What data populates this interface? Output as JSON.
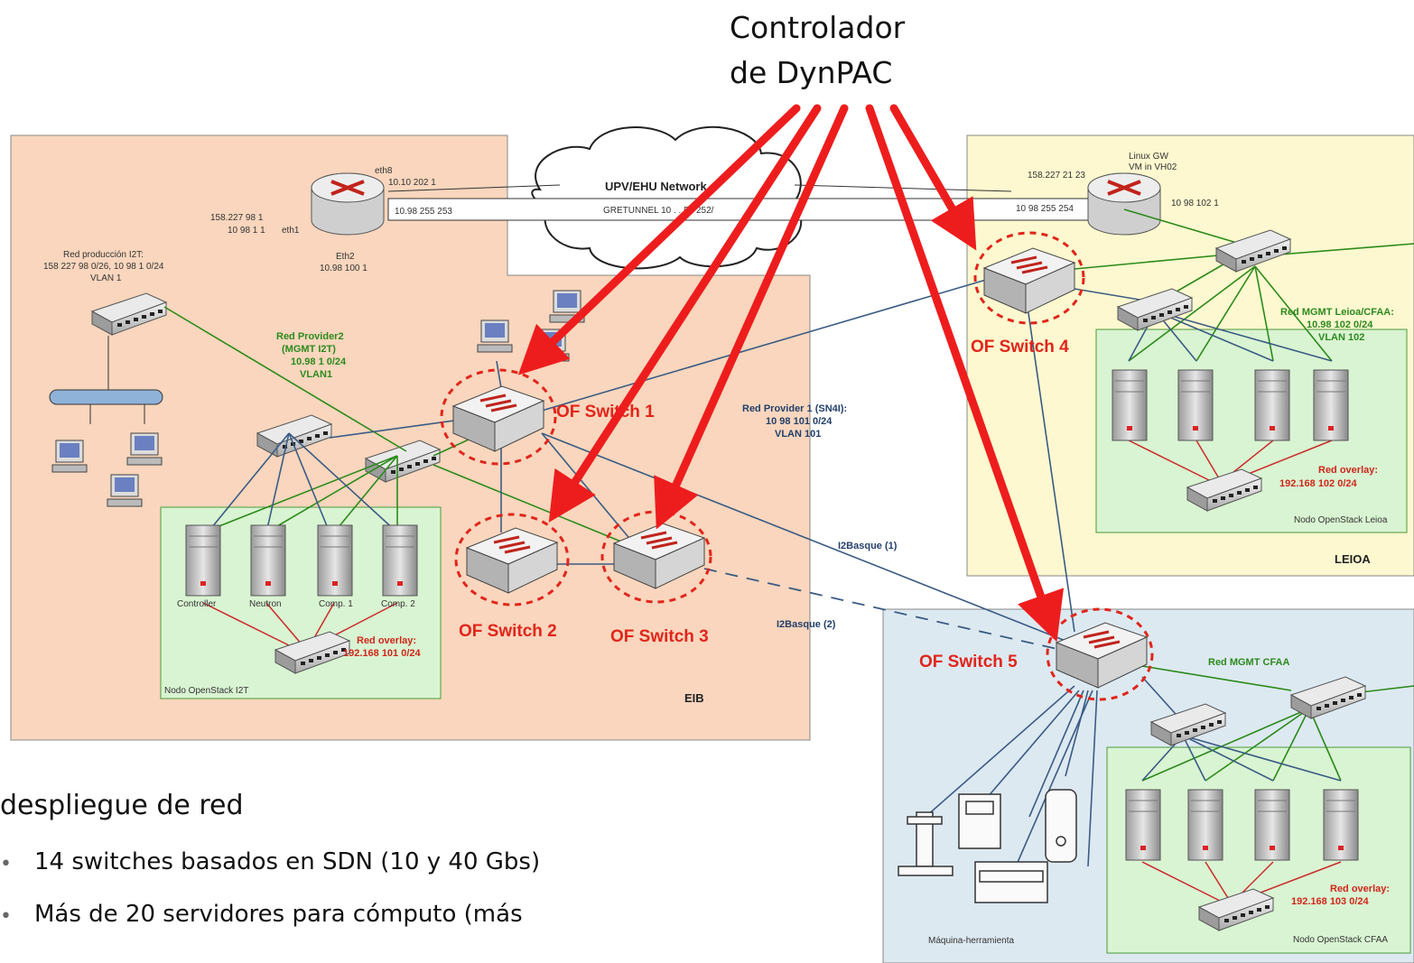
{
  "controller": {
    "line1": "Controlador",
    "line2": "de DynPAC"
  },
  "cloud": {
    "title": "UPV/EHU Network",
    "tunnel": "GRETUNNEL 10 . . 55 252/"
  },
  "eib": {
    "name": "EIB",
    "router": {
      "eth8": "eth8",
      "eth8_ip": "10.10 202 1",
      "eth1": "eth1",
      "eth1_ip1": "158.227 98 1",
      "eth1_ip2": "10 98 1 1",
      "eth2": "Eth2",
      "eth2_ip": "10.98 100 1",
      "tunnel_ip": "10.98 255 253"
    },
    "red_produccion": {
      "line1": "Red producción I2T:",
      "line2": "158 227 98 0/26, 10 98 1 0/24",
      "line3": "VLAN 1"
    },
    "red_provider2": {
      "line1": "Red Provider2",
      "line2": "(MGMT I2T)",
      "line3": "10.98 1 0/24",
      "line4": "VLAN1"
    },
    "red_provider1": {
      "line1": "Red Provider 1 (SN4I):",
      "line2": "10 98 101 0/24",
      "line3": "VLAN 101"
    },
    "servers": [
      "Controller",
      "Neutron",
      "Comp. 1",
      "Comp. 2"
    ],
    "overlay": {
      "line1": "Red overlay:",
      "line2": "192.168 101 0/24"
    },
    "nodo": "Nodo OpenStack I2T"
  },
  "leioa": {
    "name": "LEIOA",
    "gw": {
      "line1": "Linux GW",
      "line2": "VM in VH02",
      "ip1": "158.227 21 23",
      "ip2": "10 98 102 1",
      "tunnel_ip": "10 98 255 254"
    },
    "red_mgmt": {
      "line1": "Red MGMT Leioa/CFAA:",
      "line2": "10.98 102 0/24",
      "line3": "VLAN 102"
    },
    "overlay": {
      "line1": "Red overlay:",
      "line2": "192.168 102 0/24"
    },
    "nodo": "Nodo OpenStack Leioa"
  },
  "cfaa": {
    "red_mgmt": "Red MGMT CFAA",
    "overlay": {
      "line1": "Red overlay:",
      "line2": "192.168 103 0/24"
    },
    "nodo": "Nodo OpenStack CFAA",
    "maquina": "Máquina-herramienta"
  },
  "links": {
    "i2basque1": "I2Basque (1)",
    "i2basque2": "I2Basque (2)"
  },
  "switches": {
    "s1": "OF Switch 1",
    "s2": "OF Switch 2",
    "s3": "OF Switch 3",
    "s4": "OF Switch 4",
    "s5": "OF Switch 5"
  },
  "bullets": {
    "heading": "despliegue de red",
    "items": [
      "14 switches basados en SDN (10 y 40 Gbs)",
      "Más de 20 servidores para cómputo (más"
    ]
  },
  "colors": {
    "eib_bg": "#f9d6bd",
    "leioa_bg": "#fdf8cf",
    "cfaa_bg": "#dde9f1",
    "node_bg": "#d9f4d2",
    "arrow": "#ee1d1d",
    "green_link": "#2b8a1a",
    "blue_link": "#3a5b85",
    "red_link": "#cc2a2a"
  }
}
